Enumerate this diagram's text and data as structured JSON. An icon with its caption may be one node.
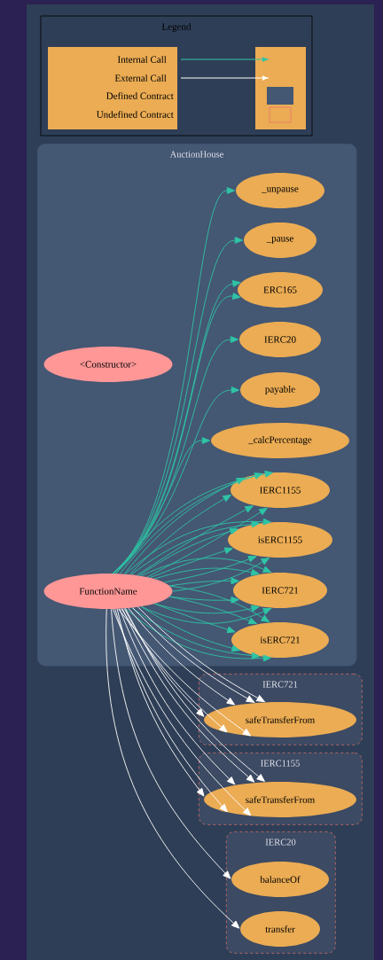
{
  "diagram": {
    "nodes": [
      {
        "text": [
          "AuctionHouse"
        ]
      },
      {
        "text": [
          "_unpause"
        ],
        "in": 0
      },
      {
        "text": [
          "_pause"
        ],
        "in": 0
      },
      {
        "text": [
          "ERC165"
        ],
        "in": 0
      },
      {
        "text": [
          "IERC20"
        ],
        "in": 0
      },
      {
        "text": [
          "<Constructor>"
        ],
        "in": 0
      },
      {
        "text": [
          "payable"
        ],
        "in": 0
      },
      {
        "text": [
          "_calcPercentage"
        ],
        "in": 0
      },
      {
        "text": [
          "IERC1155"
        ],
        "in": 0
      },
      {
        "text": [
          "isERC1155"
        ],
        "in": 0
      },
      {
        "text": [
          "FunctionName"
        ],
        "in": 0
      },
      {
        "text": [
          "IERC721"
        ],
        "in": 0
      },
      {
        "text": [
          "isERC721"
        ],
        "in": 0
      },
      {
        "text": [
          "IERC721"
        ]
      },
      {
        "text": [
          "safeTransferFrom"
        ],
        "in": 13
      },
      {
        "text": [
          "IERC1155"
        ]
      },
      {
        "text": [
          "safeTransferFrom"
        ],
        "in": 15
      },
      {
        "text": [
          "IERC20"
        ]
      },
      {
        "text": [
          "balanceOf"
        ],
        "in": 17
      },
      {
        "text": [
          "transfer"
        ],
        "in": 17
      }
    ],
    "edges": [
      {
        "from": 10,
        "to": 1,
        "arrow": "to"
      },
      {
        "from": 10,
        "to": 2,
        "arrow": "to"
      },
      {
        "from": 10,
        "to": 3,
        "arrow": "to"
      },
      {
        "from": 10,
        "to": 3,
        "arrow": "to"
      },
      {
        "from": 10,
        "to": 4,
        "arrow": "to"
      },
      {
        "from": 10,
        "to": 6,
        "arrow": "to"
      },
      {
        "from": 10,
        "to": 7,
        "arrow": "to"
      },
      {
        "from": 10,
        "to": 8,
        "arrow": "to"
      },
      {
        "from": 10,
        "to": 8,
        "arrow": "to"
      },
      {
        "from": 10,
        "to": 8,
        "arrow": "to"
      },
      {
        "from": 10,
        "to": 8,
        "arrow": "to"
      },
      {
        "from": 10,
        "to": 8,
        "arrow": "to"
      },
      {
        "from": 10,
        "to": 8,
        "arrow": "to"
      },
      {
        "from": 10,
        "to": 9,
        "arrow": "to"
      },
      {
        "from": 10,
        "to": 9,
        "arrow": "to"
      },
      {
        "from": 10,
        "to": 9,
        "arrow": "to"
      },
      {
        "from": 10,
        "to": 9,
        "arrow": "to"
      },
      {
        "from": 10,
        "to": 9,
        "arrow": "to"
      },
      {
        "from": 10,
        "to": 9,
        "arrow": "to"
      },
      {
        "from": 10,
        "to": 11,
        "arrow": "to"
      },
      {
        "from": 10,
        "to": 11,
        "arrow": "to"
      },
      {
        "from": 10,
        "to": 11,
        "arrow": "to"
      },
      {
        "from": 10,
        "to": 11,
        "arrow": "to"
      },
      {
        "from": 10,
        "to": 11,
        "arrow": "to"
      },
      {
        "from": 10,
        "to": 11,
        "arrow": "to"
      },
      {
        "from": 10,
        "to": 12,
        "arrow": "to"
      },
      {
        "from": 10,
        "to": 12,
        "arrow": "to"
      },
      {
        "from": 10,
        "to": 12,
        "arrow": "to"
      },
      {
        "from": 10,
        "to": 12,
        "arrow": "to"
      },
      {
        "from": 10,
        "to": 12,
        "arrow": "to"
      },
      {
        "from": 10,
        "to": 12,
        "arrow": "to"
      },
      {
        "from": 10,
        "to": 14,
        "arrow": "to",
        "color": "#ffffff"
      },
      {
        "from": 10,
        "to": 14,
        "arrow": "to",
        "color": "#ffffff"
      },
      {
        "from": 10,
        "to": 14,
        "arrow": "to",
        "color": "#ffffff"
      },
      {
        "from": 10,
        "to": 14,
        "arrow": "to",
        "color": "#ffffff"
      },
      {
        "from": 10,
        "to": 14,
        "arrow": "to",
        "color": "#ffffff"
      },
      {
        "from": 10,
        "to": 14,
        "arrow": "to",
        "color": "#ffffff"
      },
      {
        "from": 10,
        "to": 16,
        "arrow": "to",
        "color": "#ffffff"
      },
      {
        "from": 10,
        "to": 16,
        "arrow": "to",
        "color": "#ffffff"
      },
      {
        "from": 10,
        "to": 16,
        "arrow": "to",
        "color": "#ffffff"
      },
      {
        "from": 10,
        "to": 16,
        "arrow": "to",
        "color": "#ffffff"
      },
      {
        "from": 10,
        "to": 16,
        "arrow": "to",
        "color": "#ffffff"
      },
      {
        "from": 10,
        "to": 16,
        "arrow": "to",
        "color": "#ffffff"
      },
      {
        "from": 10,
        "to": 18,
        "arrow": "to",
        "color": "#ffffff"
      },
      {
        "from": 10,
        "to": 19,
        "arrow": "to",
        "color": "#ffffff"
      }
    ],
    "labels": [
      "Legend"
    ],
    "legend": [
      {
        "text": "Internal Call"
      },
      {
        "text": "External Call"
      },
      {
        "text": "Defined Contract",
        "color": "#445773"
      },
      {
        "text": "Undefined Contract"
      }
    ]
  }
}
